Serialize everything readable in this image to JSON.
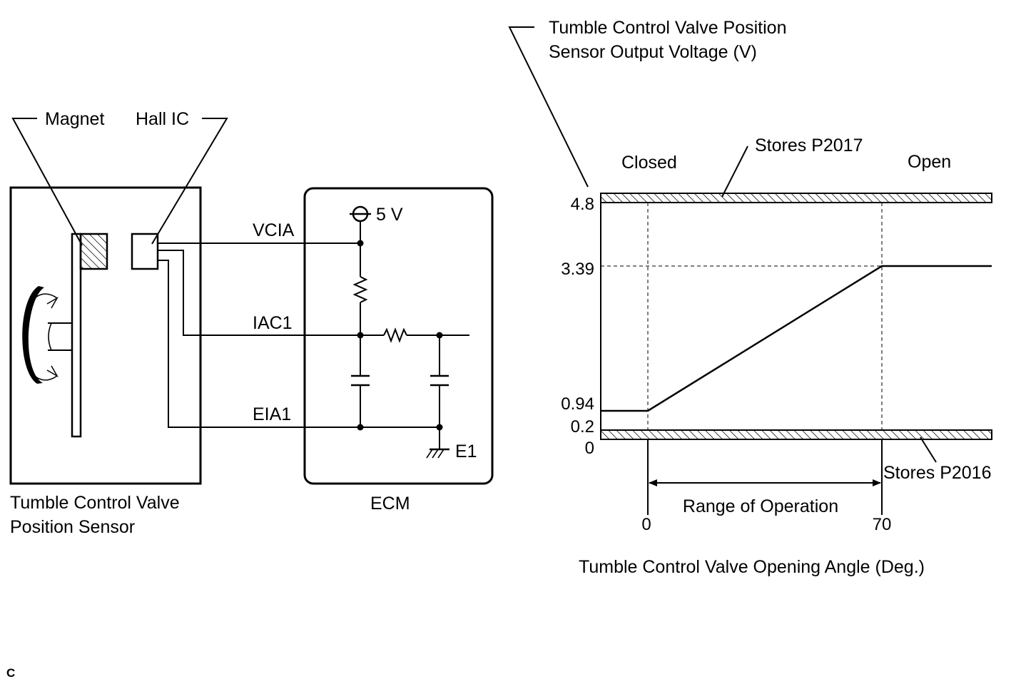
{
  "sensor": {
    "magnet_label": "Magnet",
    "hall_ic_label": "Hall IC",
    "caption_line1": "Tumble Control Valve",
    "caption_line2": "Position Sensor"
  },
  "ecm": {
    "caption": "ECM",
    "supply_label": "5 V",
    "ground_label": "E1"
  },
  "wires": {
    "vcia": "VCIA",
    "iac1": "IAC1",
    "eia1": "EIA1"
  },
  "graph": {
    "ylabel_line1": "Tumble Control Valve Position",
    "ylabel_line2": "Sensor Output Voltage (V)",
    "xlabel": "Tumble Control Valve Opening Angle (Deg.)",
    "closed_label": "Closed",
    "open_label": "Open",
    "upper_fault_label": "Stores P2017",
    "lower_fault_label": "Stores P2016",
    "range_label": "Range of Operation",
    "y_ticks": [
      "4.8",
      "3.39",
      "0.94",
      "0.2",
      "0"
    ],
    "x_ticks": [
      "0",
      "70"
    ]
  },
  "corner_mark": "C"
}
